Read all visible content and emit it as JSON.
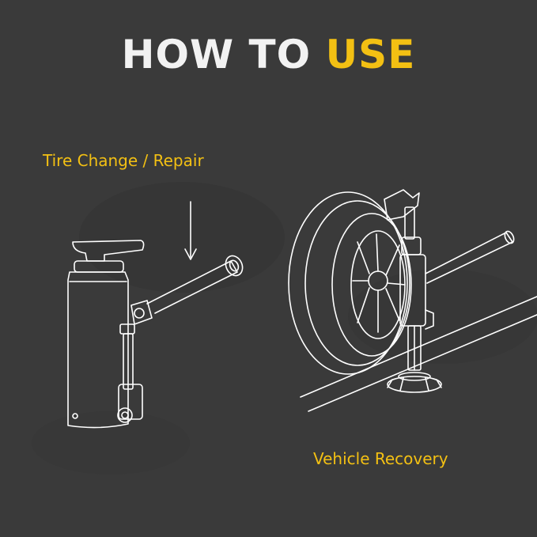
{
  "title": {
    "main": "HOW TO",
    "accent": "USE"
  },
  "labels": {
    "left": "Tire Change / Repair",
    "right": "Vehicle Recovery"
  },
  "colors": {
    "background": "#3a3a3a",
    "accent": "#f3c013",
    "text": "#f2f2f2",
    "line": "#ffffff"
  },
  "icons": [
    "bottle-jack-illustration",
    "down-arrow-icon",
    "tire-jack-stand-illustration"
  ]
}
